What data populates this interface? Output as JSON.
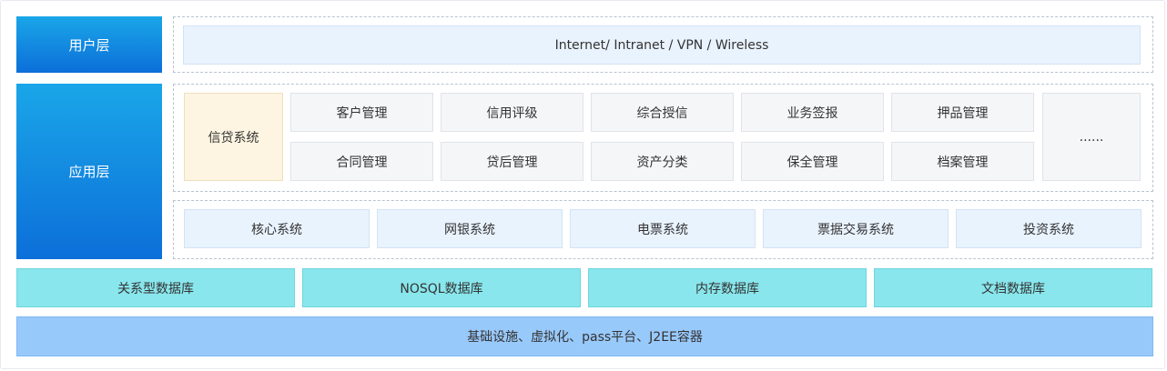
{
  "layers": {
    "user": {
      "label": "用户层",
      "network": "Internet/ Intranet / VPN / Wireless"
    },
    "application": {
      "label": "应用层",
      "credit_system": "信贷系统",
      "modules_row1": [
        "客户管理",
        "信用评级",
        "综合授信",
        "业务签报",
        "押品管理"
      ],
      "modules_row2": [
        "合同管理",
        "贷后管理",
        "资产分类",
        "保全管理",
        "档案管理"
      ],
      "more": "......",
      "systems": [
        "核心系统",
        "网银系统",
        "电票系统",
        "票据交易系统",
        "投资系统"
      ]
    },
    "data": {
      "databases": [
        "关系型数据库",
        "NOSQL数据库",
        "内存数据库",
        "文档数据库"
      ]
    },
    "infrastructure": {
      "label": "基础设施、虚拟化、pass平台、J2EE容器"
    }
  },
  "colors": {
    "layer_label_top": "#1aa6e8",
    "layer_label_bottom": "#0c6fd9",
    "database_fill": "#88e6ec",
    "infrastructure_fill": "#98c9fb",
    "credit_fill": "#fdf5e2",
    "system_fill": "#e9f3fe"
  }
}
